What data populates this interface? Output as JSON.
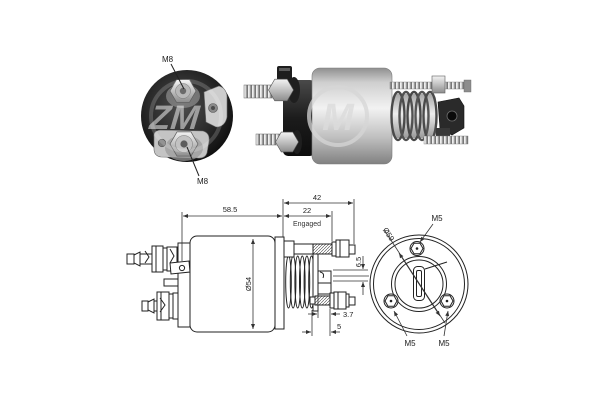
{
  "colors": {
    "background": "#ffffff",
    "drawing_line": "#222222",
    "text": "#1a1a1a",
    "photo_cap_dark": "#1a1a1a",
    "photo_metal_light": "#e8e8e8",
    "photo_metal_mid": "#bdbdbd",
    "watermark_light": "#e0e0e0"
  },
  "rear_view": {
    "terminal_top": "M8",
    "terminal_bottom": "M8",
    "watermark": "ZM"
  },
  "photo_view": {
    "watermark": "M"
  },
  "side_view": {
    "dim_total_with_rod": "42",
    "dim_body_length": "58.5",
    "dim_engaged": "22",
    "engaged_label": "Engaged",
    "dim_body_diameter": "Ø54",
    "dim_rod_offset": "6.5",
    "dim_groove": "3.7",
    "dim_end": "5"
  },
  "front_view": {
    "bolt_top": "M5",
    "bolt_bottom_left": "M5",
    "bolt_bottom_right": "M5",
    "dim_flange_diameter": "Ø59"
  }
}
